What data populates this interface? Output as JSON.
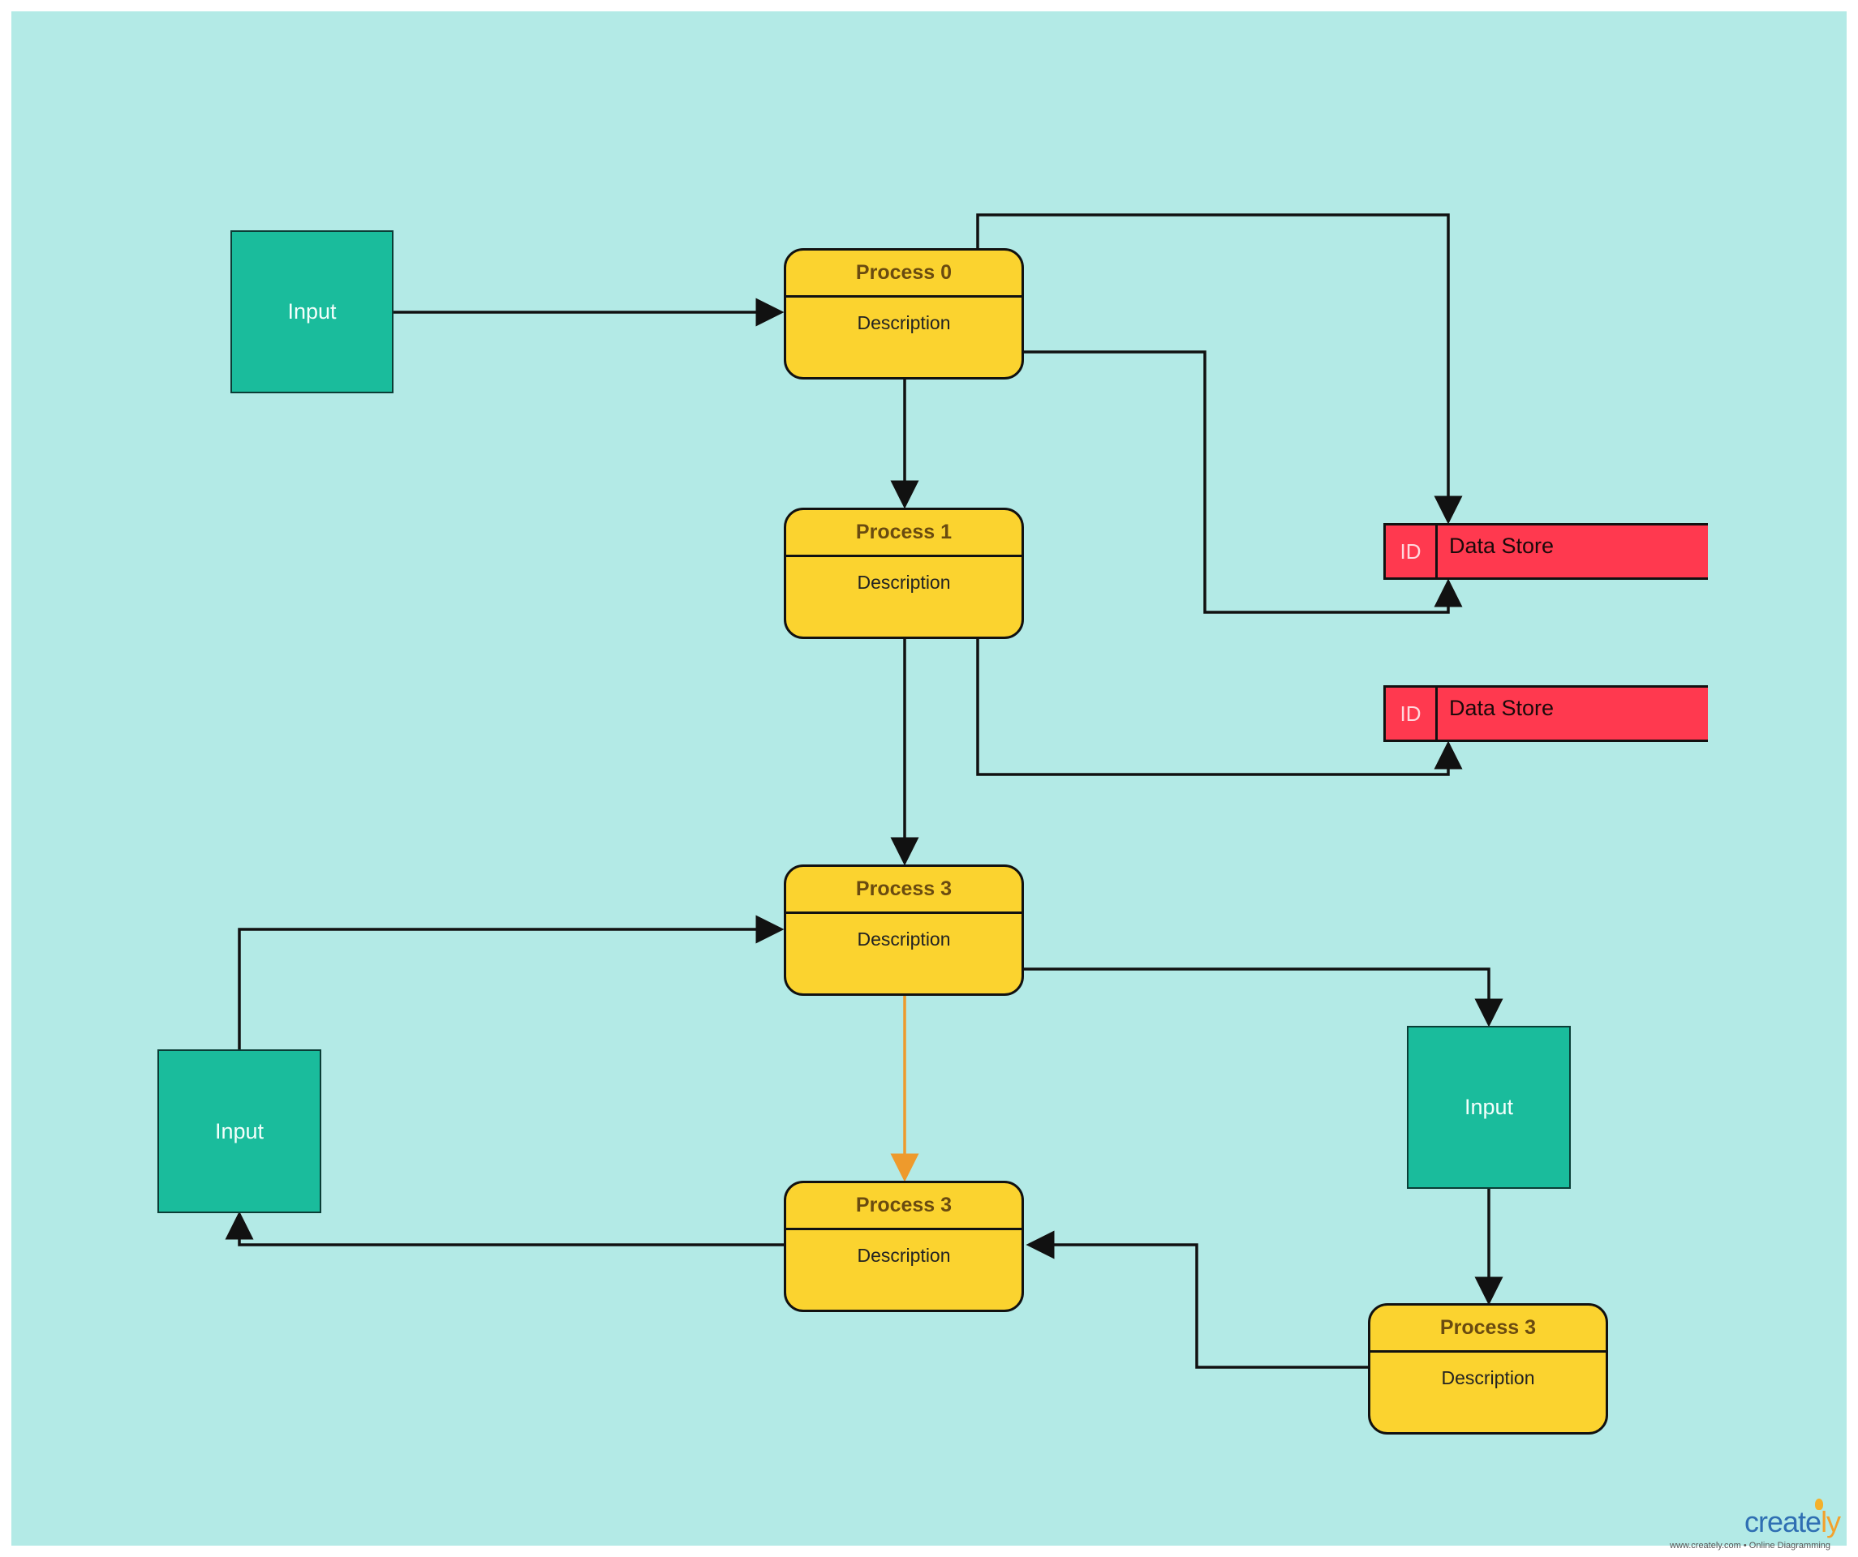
{
  "diagram": {
    "inputs": [
      {
        "label": "Input"
      },
      {
        "label": "Input"
      },
      {
        "label": "Input"
      }
    ],
    "processes": [
      {
        "title": "Process 0",
        "description": "Description"
      },
      {
        "title": "Process 1",
        "description": "Description"
      },
      {
        "title": "Process 3",
        "description": "Description"
      },
      {
        "title": "Process 3",
        "description": "Description"
      },
      {
        "title": "Process 3",
        "description": "Description"
      }
    ],
    "data_stores": [
      {
        "id": "ID",
        "label": "Data Store"
      },
      {
        "id": "ID",
        "label": "Data Store"
      }
    ],
    "colors": {
      "canvas": "#b3eae6",
      "input": "#1abc9c",
      "process": "#fbd32f",
      "data_store": "#ff394f",
      "connector": "#111111",
      "highlight_connector": "#ee9a2c"
    }
  },
  "branding": {
    "logo_text": "create",
    "logo_accent": "ly",
    "footer": "www.creately.com • Online Diagramming"
  }
}
